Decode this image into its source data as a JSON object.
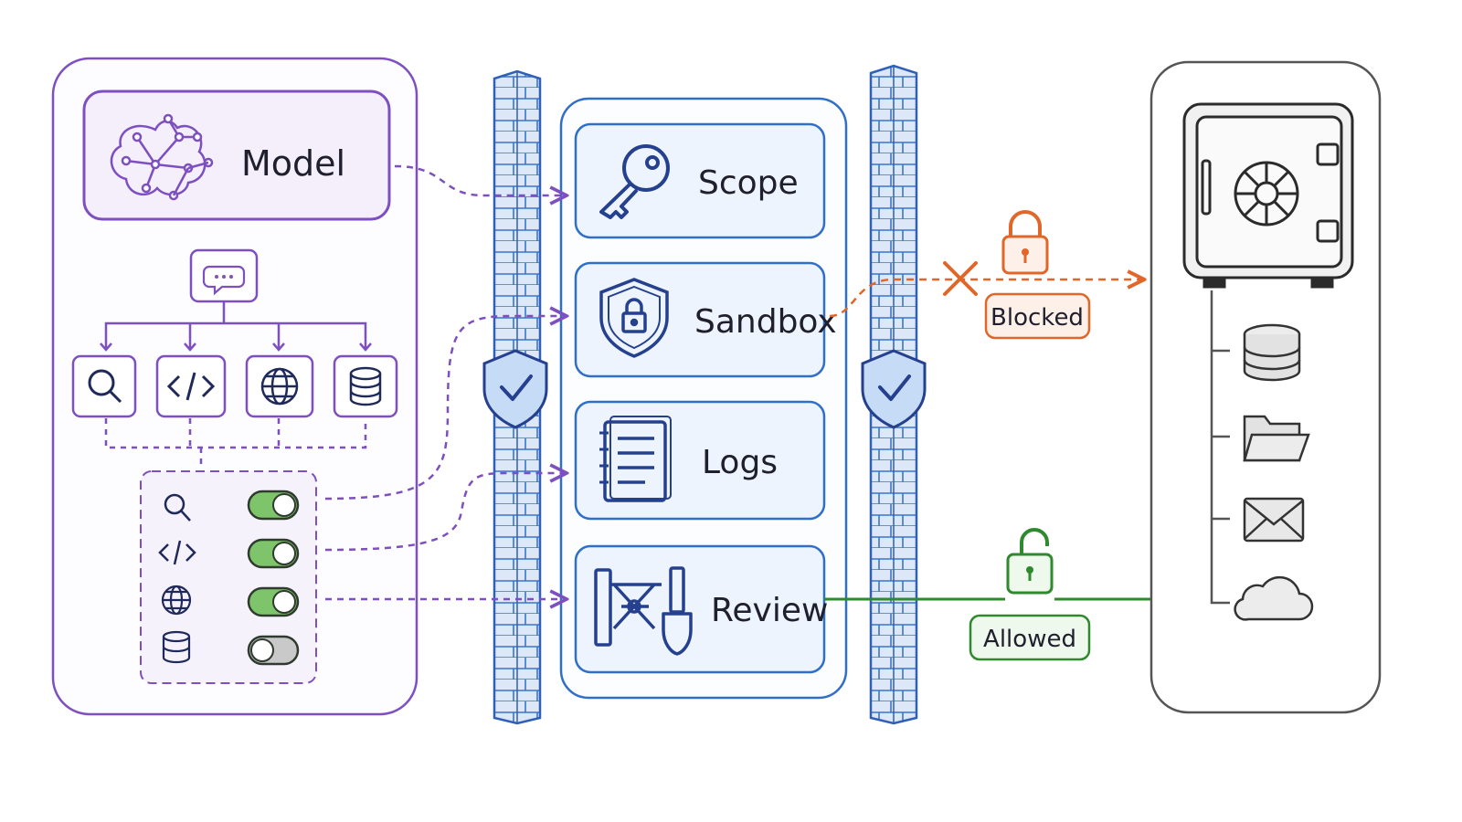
{
  "colors": {
    "purple": "#7d4fc0",
    "purple_fill": "#f4effb",
    "blue": "#2f6fc9",
    "blue_fill": "#eef4fd",
    "blue_dark": "#24408f",
    "orange": "#e0662a",
    "orange_fill": "#fdf0e8",
    "green": "#2f8a2f",
    "green_fill": "#eff8ec",
    "toggle_green": "#7ec46a",
    "gray": "#555555"
  },
  "model": {
    "label": "Model",
    "icon": "brain-network-icon",
    "tools": [
      {
        "icon": "search-icon",
        "enabled": true
      },
      {
        "icon": "code-icon",
        "enabled": true
      },
      {
        "icon": "globe-icon",
        "enabled": true
      },
      {
        "icon": "database-icon",
        "enabled": false
      }
    ]
  },
  "controls": [
    {
      "label": "Scope",
      "icon": "key-icon"
    },
    {
      "label": "Sandbox",
      "icon": "shield-lock-icon"
    },
    {
      "label": "Logs",
      "icon": "notebook-icon"
    },
    {
      "label": "Review",
      "icon": "review-tools-icon"
    }
  ],
  "outcomes": {
    "blocked": {
      "label": "Blocked",
      "icon": "lock-closed-icon"
    },
    "allowed": {
      "label": "Allowed",
      "icon": "lock-open-icon"
    }
  },
  "resources": {
    "vault": "safe-icon",
    "items": [
      "database-icon",
      "folder-icon",
      "mail-icon",
      "cloud-icon"
    ]
  }
}
